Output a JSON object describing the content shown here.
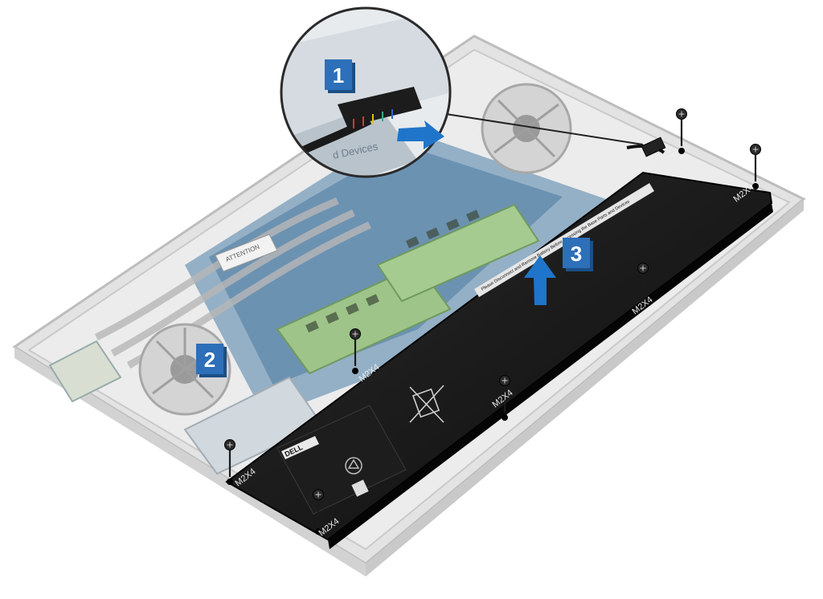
{
  "steps": [
    {
      "number": "1"
    },
    {
      "number": "2"
    },
    {
      "number": "3"
    }
  ],
  "screw_label": "M2X4",
  "battery": {
    "brand": "DELL",
    "warning_text": "Please Disconnect and Remove Battery Before Accessing the Base Parts and Devices"
  },
  "magnifier_sticker_text": "d Devices",
  "board_label": "ATTENTION",
  "colors": {
    "callout_blue": "#2d6fb8",
    "arrow_blue": "#1f75c9",
    "battery": "#161616",
    "chassis": "#d9d9d9",
    "board": "#2f6fa0",
    "ram": "#8fb77a"
  },
  "icons": [
    "screw-icon",
    "arrow-icon",
    "magnifier-icon",
    "recycle-icon",
    "crossed-bin-icon"
  ]
}
